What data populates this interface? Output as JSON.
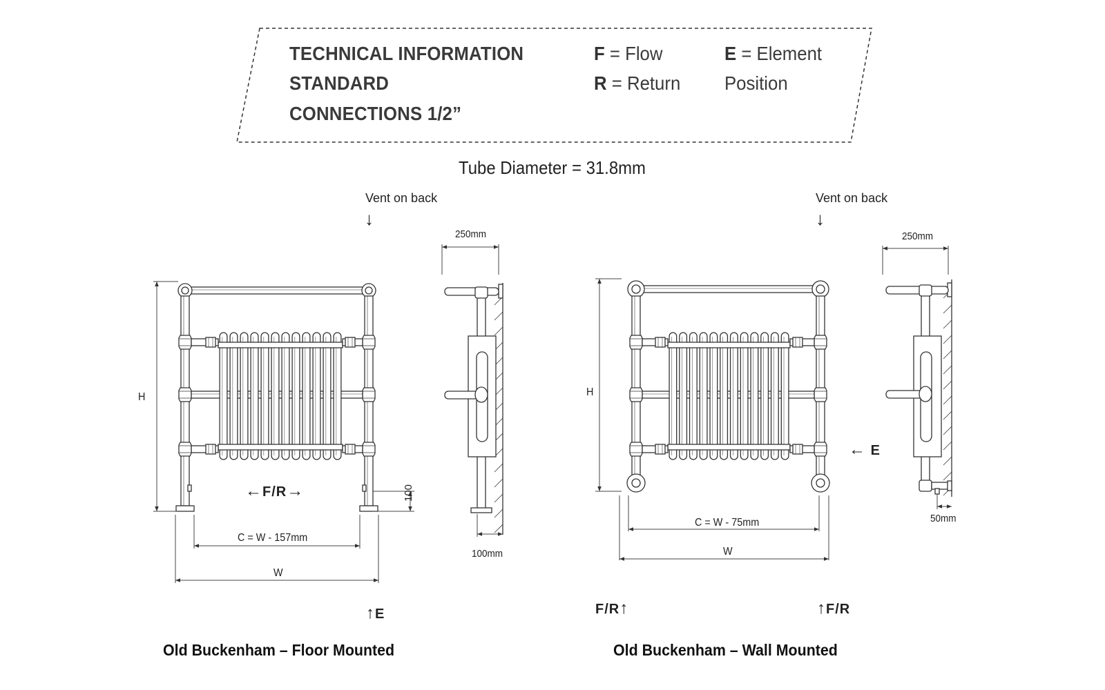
{
  "header": {
    "line1": "TECHNICAL INFORMATION",
    "line2": "STANDARD",
    "line3": "CONNECTIONS 1/2”",
    "legend_f_key": "F",
    "legend_f_val": "= Flow",
    "legend_r_key": "R",
    "legend_r_val": "= Return",
    "legend_e_key": "E",
    "legend_e_val": "= Element",
    "legend_e_val2": "Position"
  },
  "tube_diameter": "Tube Diameter = 31.8mm",
  "floor": {
    "vent_label": "Vent on back",
    "depth_top": "250mm",
    "depth_bottom": "100mm",
    "height_label": "H",
    "leg_height": "100",
    "centres_label": "C = W - 157mm",
    "width_label": "W",
    "flow_return_label": "F/R",
    "element_label": "E",
    "caption": "Old Buckenham – Floor Mounted"
  },
  "wall": {
    "vent_label": "Vent on back",
    "depth_top": "250mm",
    "depth_bottom": "50mm",
    "height_label": "H",
    "centres_label": "C = W - 75mm",
    "width_label": "W",
    "element_label": "E",
    "fr_left": "F/R",
    "fr_right": "F/R",
    "caption": "Old Buckenham – Wall Mounted"
  }
}
